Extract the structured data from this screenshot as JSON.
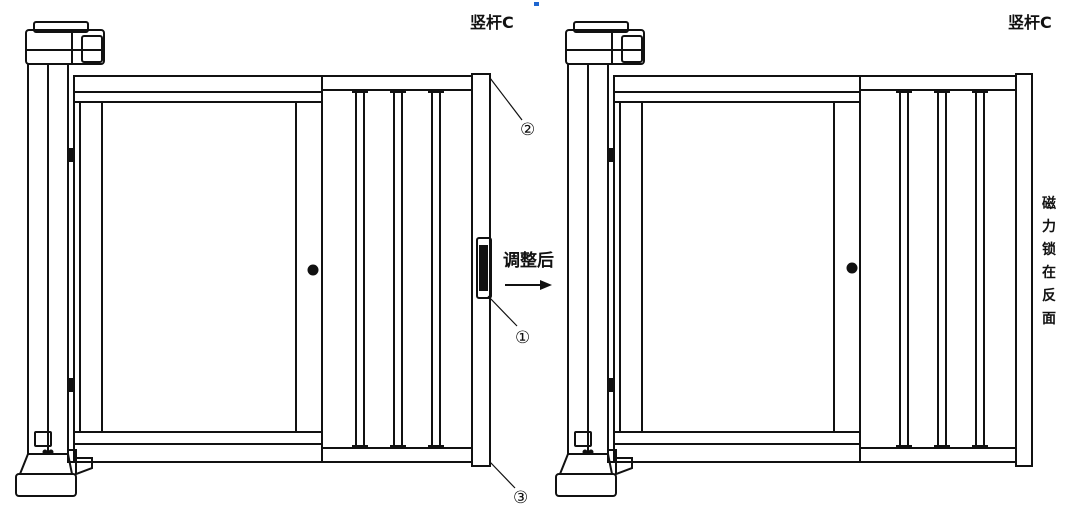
{
  "labels": {
    "pole_c_left": "竖杆C",
    "pole_c_right": "竖杆C",
    "after_adjust": "调整后",
    "callout_1": "①",
    "callout_2": "②",
    "callout_3": "③",
    "magnetic_lock_note": [
      "磁",
      "力",
      "锁",
      "在",
      "反",
      "面"
    ]
  },
  "colors": {
    "line": "#111111",
    "background": "#ffffff",
    "accent_mark": "#1e66d0"
  }
}
